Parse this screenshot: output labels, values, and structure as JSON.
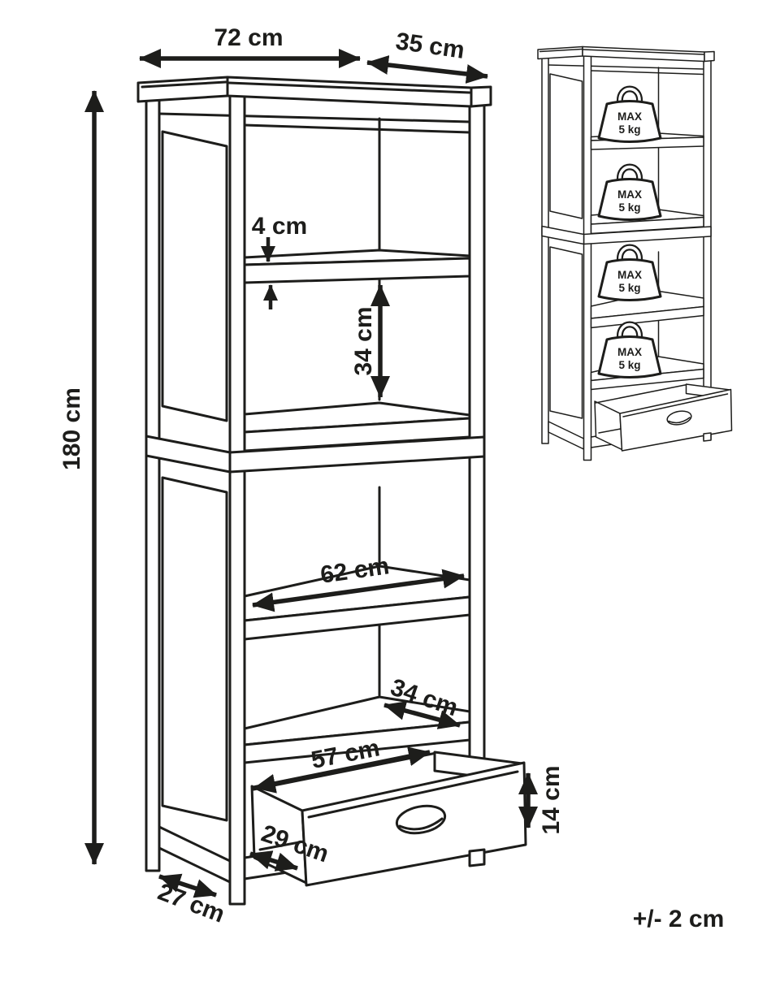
{
  "diagram": {
    "dimensions": {
      "top_width": "72 cm",
      "top_depth": "35 cm",
      "total_height": "180 cm",
      "shelf_thickness": "4 cm",
      "compartment_height": "34 cm",
      "shelf_inner_width": "62 cm",
      "shelf_inner_depth": "34 cm",
      "drawer_inner_width": "57 cm",
      "drawer_pullout_depth": "29 cm",
      "base_depth": "27 cm",
      "drawer_height": "14 cm"
    },
    "tolerance_note": "+/- 2 cm",
    "weights": [
      {
        "badge": "MAX",
        "value": "5 kg"
      },
      {
        "badge": "MAX",
        "value": "5 kg"
      },
      {
        "badge": "MAX",
        "value": "5 kg"
      },
      {
        "badge": "MAX",
        "value": "5 kg"
      }
    ],
    "colors": {
      "line": "#1d1d1b",
      "background": "#ffffff"
    }
  }
}
